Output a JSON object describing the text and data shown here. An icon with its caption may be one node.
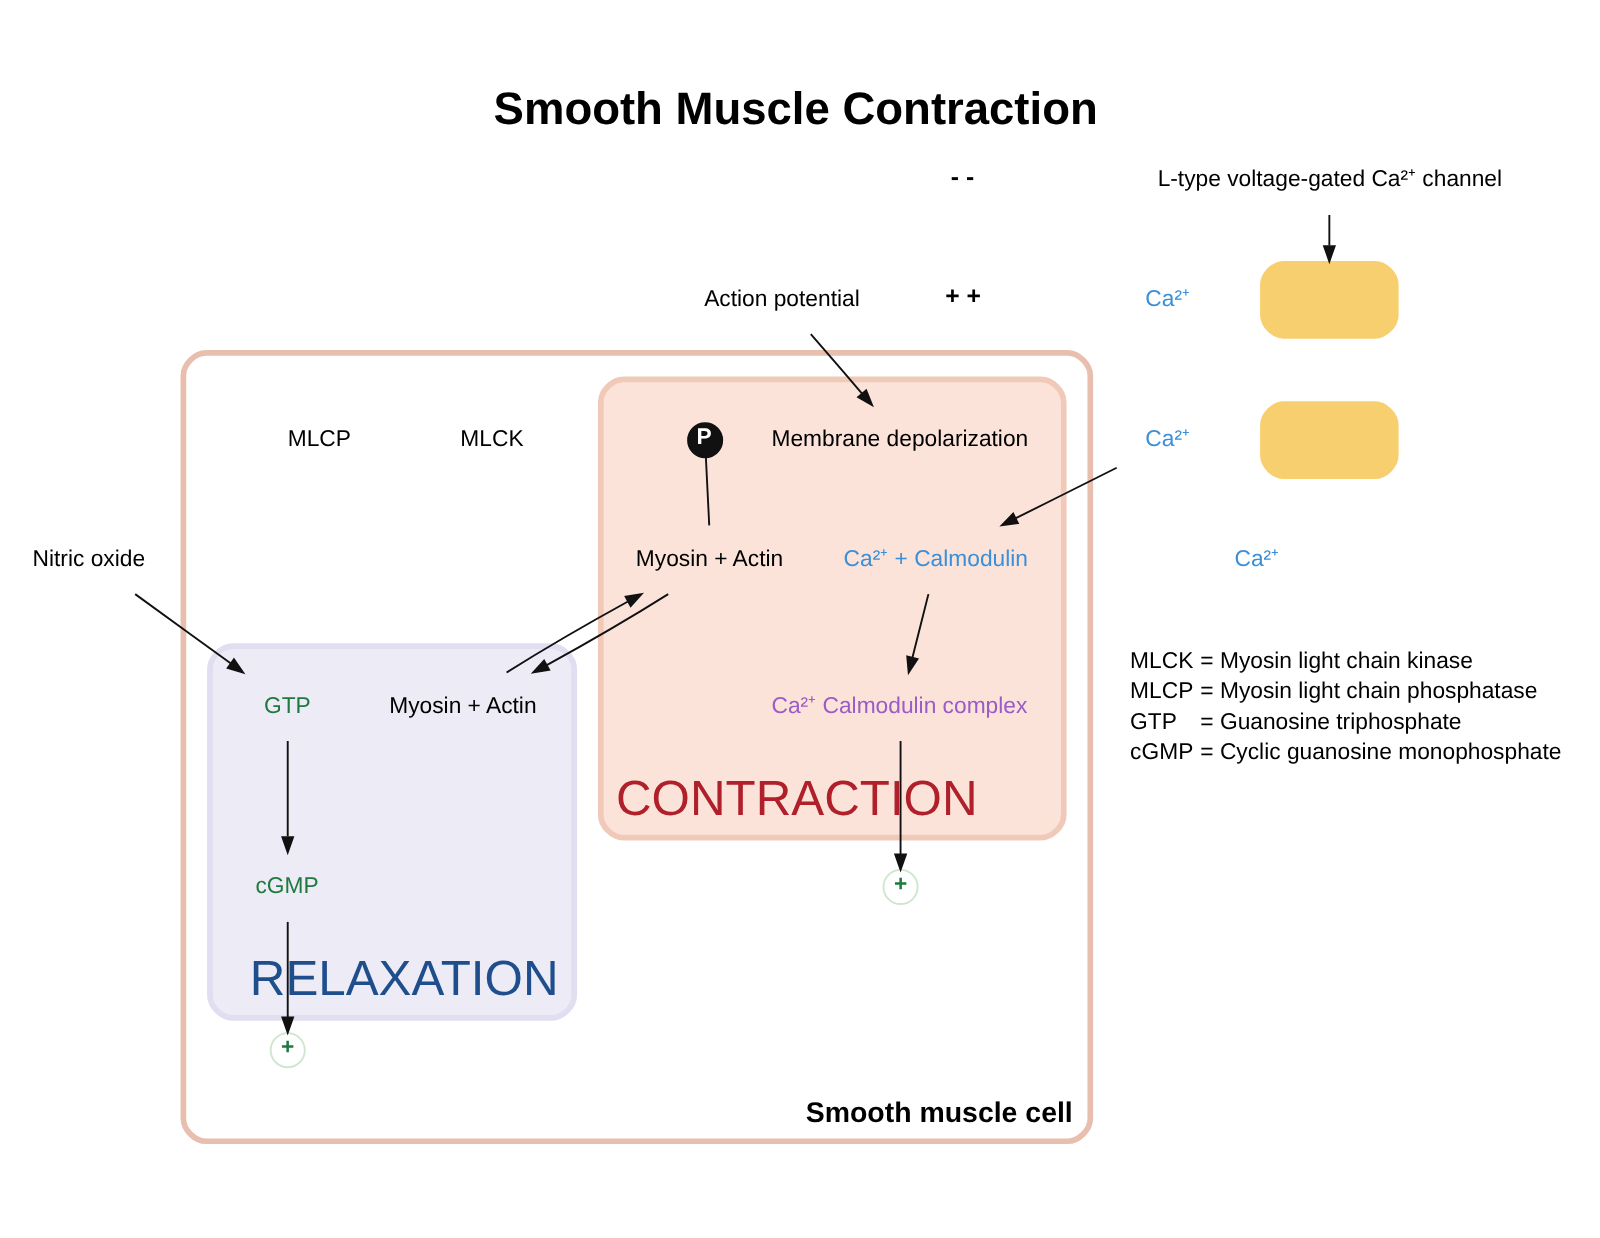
{
  "diagram": {
    "title": "Smooth Muscle Contraction",
    "nodes": [
      {
        "text": [
          "Smooth muscle cell"
        ]
      },
      {
        "text": [
          "CONTRACTION"
        ],
        "in": 0
      },
      {
        "text": [
          "RELAXATION"
        ],
        "in": 0
      },
      {
        "text": [
          "Membrane depolarization"
        ],
        "in": 1
      },
      {
        "text": [
          "Ca²⁺ + Calmodulin"
        ],
        "in": 1
      },
      {
        "text": [
          "Ca²⁺ Calmodulin complex"
        ],
        "in": 1
      },
      {
        "text": [
          "P"
        ],
        "in": 1
      },
      {
        "text": [
          "Myosin + Actin"
        ],
        "in": 1
      },
      {
        "text": [
          "+"
        ],
        "in": 0
      },
      {
        "text": [
          "MLCK"
        ],
        "in": 0
      },
      {
        "text": [
          "MLCP"
        ],
        "in": 0
      },
      {
        "text": [
          "+"
        ],
        "in": 0
      },
      {
        "text": [
          "Myosin + Actin"
        ],
        "in": 2
      },
      {
        "text": [
          "cGMP"
        ],
        "in": 2
      },
      {
        "text": [
          "GTP"
        ],
        "in": 2
      },
      {
        "text": [
          "L-type voltage-gated Ca²⁺ channel"
        ]
      },
      {
        "text": [],
        "shape": "box"
      },
      {
        "text": [],
        "shape": "box"
      },
      {
        "text": [
          "Ca²⁺"
        ]
      },
      {
        "text": [
          "Ca²⁺"
        ]
      },
      {
        "text": [
          "Ca²⁺"
        ]
      },
      {
        "text": [
          "Action potential"
        ]
      },
      {
        "text": [
          "Nitric oxide"
        ]
      }
    ],
    "edges": [
      {
        "from": 15,
        "to": 16,
        "arrow": "to"
      },
      {
        "from": 21,
        "to": 3,
        "arrow": "to"
      },
      {
        "from": 19,
        "to": 4,
        "arrow": "to"
      },
      {
        "from": 4,
        "to": 5,
        "arrow": "to"
      },
      {
        "from": 5,
        "to": 8,
        "arrow": "to"
      },
      {
        "from": 7,
        "to": 12,
        "arrow": "to"
      },
      {
        "from": 12,
        "to": 7,
        "arrow": "to"
      },
      {
        "from": 6,
        "to": 7,
        "arrow": "none"
      },
      {
        "from": 14,
        "to": 13,
        "arrow": "to"
      },
      {
        "from": 13,
        "to": 11,
        "arrow": "to"
      },
      {
        "from": 22,
        "to": 14,
        "arrow": "to"
      }
    ],
    "labels": [
      "- -",
      "+ +",
      "MLCK",
      "= Myosin light chain kinase",
      "MLCP",
      "= Myosin light chain phosphatase",
      "GTP",
      "= Guanosine triphosphate",
      "cGMP",
      "= Cyclic guanosine monophosphate"
    ]
  }
}
